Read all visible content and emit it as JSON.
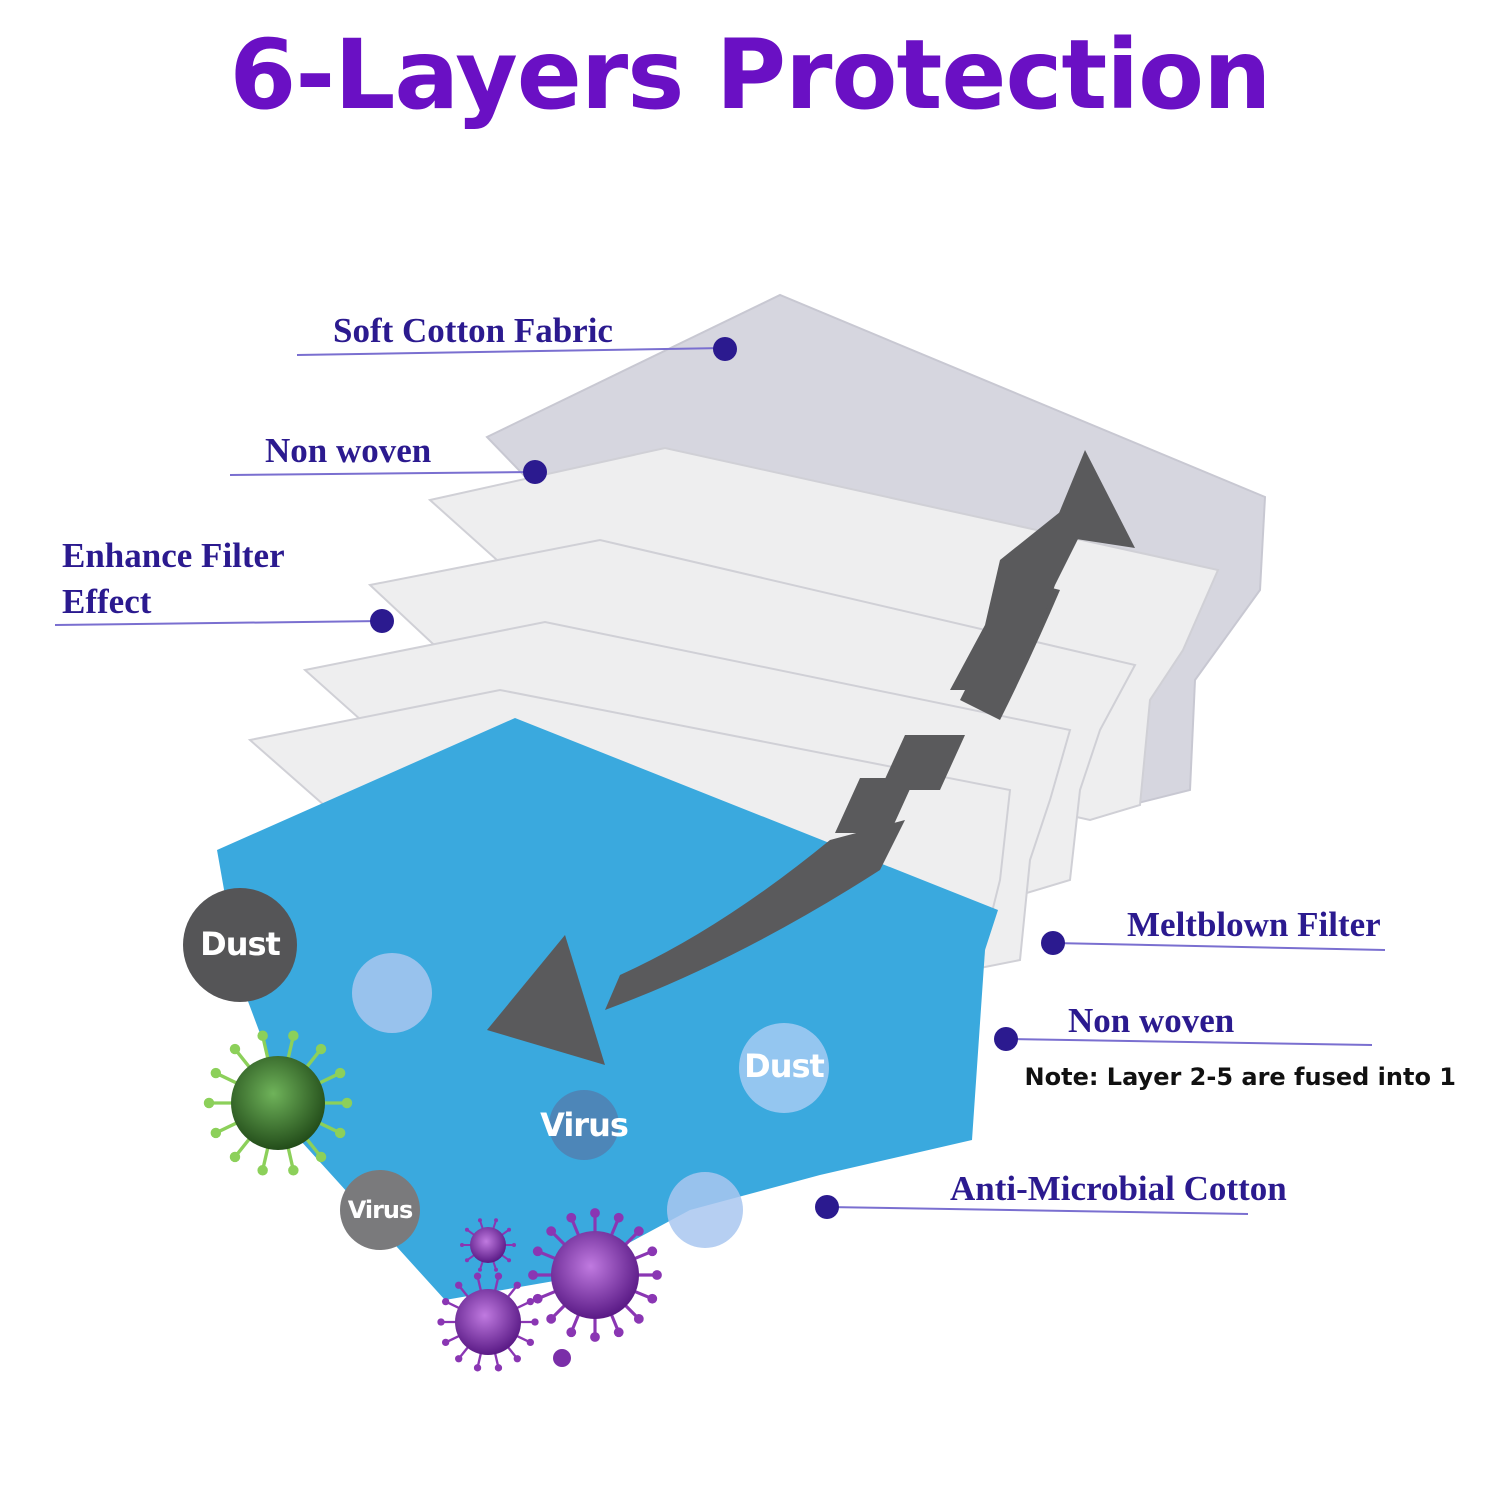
{
  "title": "6-Layers Protection",
  "colors": {
    "title": "#6a10c4",
    "label": "#2b1a8f",
    "dot": "#2b1a8f",
    "line": "#7a6fd0",
    "layer_gray": "#d6d6df",
    "layer_white": "#eeeeef",
    "layer_blue": "#3aa9de",
    "arrow": "#5a5a5c",
    "virus_purple": "#8a36b3",
    "virus_green": "#3a7a2c"
  },
  "layers": [
    {
      "label": "Soft Cotton Fabric"
    },
    {
      "label": "Non woven"
    },
    {
      "label_line1": "Enhance Filter",
      "label_line2": "Effect"
    },
    {
      "label": "Meltblown Filter"
    },
    {
      "label": "Non woven"
    },
    {
      "label": "Anti-Microbial Cotton"
    }
  ],
  "particles": {
    "dust_outer": "Dust",
    "dust_inner": "Dust",
    "virus_inner": "Virus",
    "virus_outer": "Virus"
  },
  "note": "Note: Layer 2-5 are fused into 1"
}
